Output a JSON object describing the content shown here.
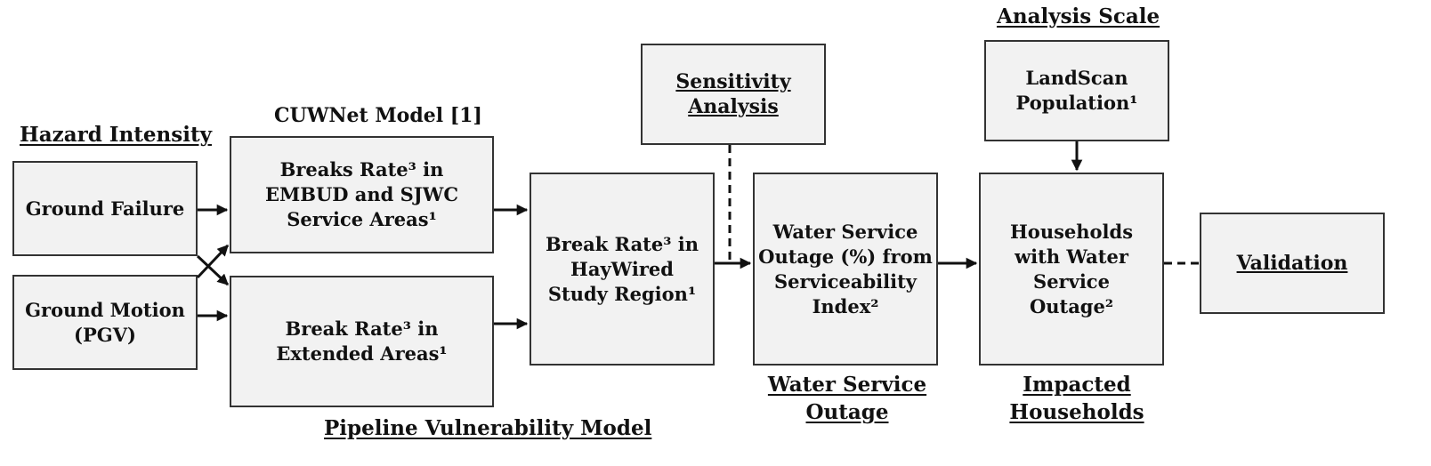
{
  "labels": {
    "hazard_intensity": "Hazard Intensity",
    "cuwnet_model": "CUWNet Model [1]",
    "pipeline_vulnerability_model": "Pipeline Vulnerability Model",
    "analysis_scale": "Analysis Scale",
    "water_service_outage": [
      "Water Service",
      "Outage"
    ],
    "impacted_households": [
      "Impacted",
      "Households"
    ]
  },
  "boxes": {
    "ground_failure": [
      "Ground Failure"
    ],
    "ground_motion": [
      "Ground Motion",
      "(PGV)"
    ],
    "breaks_rate_embud_sjwc": [
      "Breaks Rate³ in",
      "EMBUD and SJWC",
      "Service Areas¹"
    ],
    "break_rate_extended": [
      "Break Rate³ in",
      "Extended Areas¹"
    ],
    "break_rate_haywired": [
      "Break Rate³ in",
      "HayWired",
      "Study Region¹"
    ],
    "sensitivity_analysis": [
      "Sensitivity",
      "Analysis"
    ],
    "water_service_outage_index": [
      "Water Service",
      "Outage (%) from",
      "Serviceability",
      "Index²"
    ],
    "landscan_population": [
      "LandScan",
      "Population¹"
    ],
    "households_outage": [
      "Households",
      "with Water",
      "Service",
      "Outage²"
    ],
    "validation": [
      "Validation"
    ]
  },
  "colors": {
    "box_fill": "#f2f2f2",
    "box_border": "#333333",
    "arrow": "#111111"
  }
}
